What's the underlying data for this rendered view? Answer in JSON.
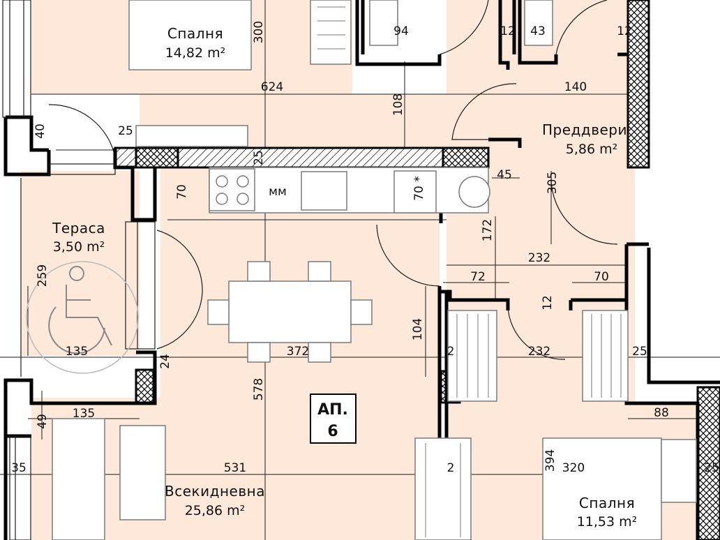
{
  "rooms": [
    {
      "id": "bedroom-1",
      "name": "Спалня",
      "area": "14,82 m²"
    },
    {
      "id": "terrace",
      "name": "Тераса",
      "area": "3,50 m²"
    },
    {
      "id": "hall",
      "name": "Преддвери",
      "area": "5,86 m²"
    },
    {
      "id": "living",
      "name": "Всекидневна",
      "area": "25,86 m²"
    },
    {
      "id": "bedroom-2",
      "name": "Спалня",
      "area": "11,53 m²"
    }
  ],
  "apartment": {
    "line1": "АП.",
    "line2": "6"
  },
  "dimensions": [
    "94",
    "12",
    "43",
    "12",
    "300",
    "624",
    "140",
    "108",
    "25",
    "40",
    "25",
    "45",
    "305",
    "70",
    "мм",
    "70 *",
    "172",
    "259",
    "232",
    "72",
    "70",
    "12",
    "104",
    "135",
    "372",
    "2",
    "232",
    "25",
    "24",
    "578",
    "135",
    "49",
    "88",
    "35",
    "531",
    "2",
    "394",
    "320",
    "25"
  ],
  "colors": {
    "floor": "#fde8da",
    "wall": "#000000",
    "line": "#1a1a1a",
    "furniture": "#7a7a7a"
  }
}
